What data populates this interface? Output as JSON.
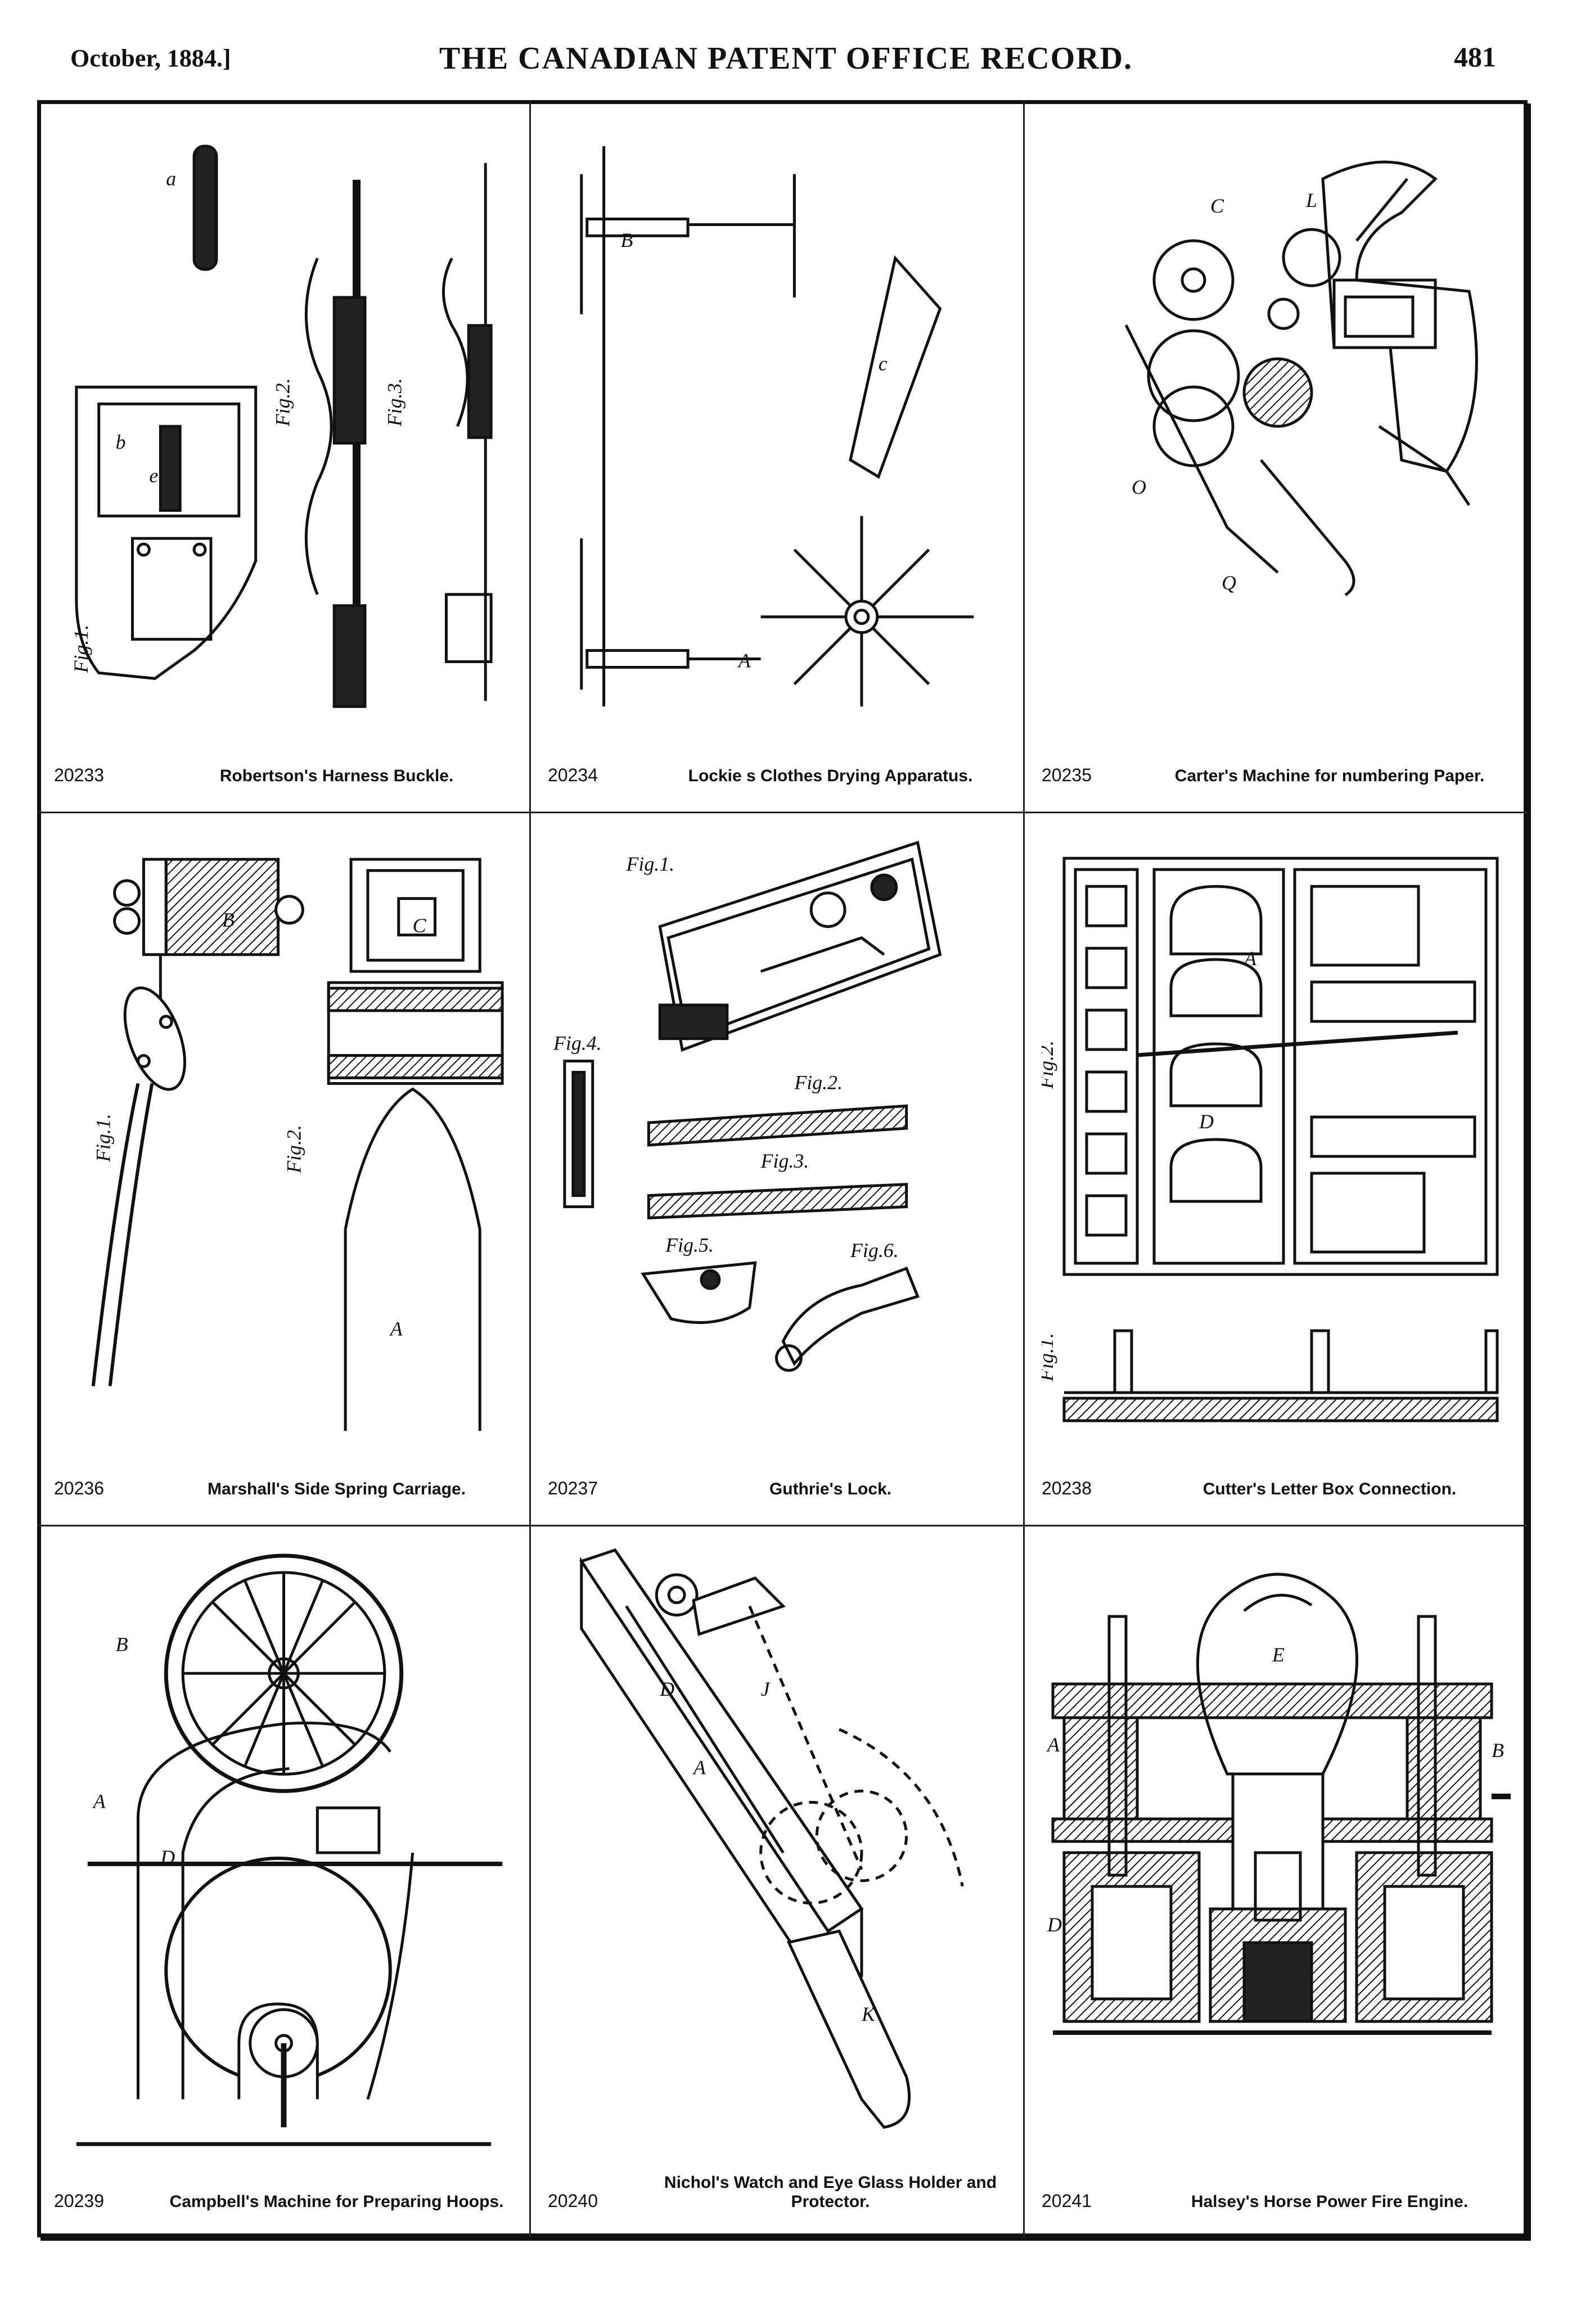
{
  "header": {
    "date": "October, 1884.]",
    "title": "THE CANADIAN PATENT OFFICE RECORD.",
    "page_number": "481"
  },
  "patents": [
    {
      "number": "20233",
      "title": "Robertson's Harness Buckle."
    },
    {
      "number": "20234",
      "title": "Lockie s Clothes Drying Apparatus."
    },
    {
      "number": "20235",
      "title": "Carter's Machine for numbering Paper."
    },
    {
      "number": "20236",
      "title": "Marshall's Side Spring Carriage."
    },
    {
      "number": "20237",
      "title": "Guthrie's Lock."
    },
    {
      "number": "20238",
      "title": "Cutter's Letter Box Connection."
    },
    {
      "number": "20239",
      "title": "Campbell's Machine for Preparing Hoops."
    },
    {
      "number": "20240",
      "title": "Nichol's Watch and Eye Glass Holder and Protector."
    },
    {
      "number": "20241",
      "title": "Halsey's Horse Power Fire Engine."
    }
  ],
  "figure_labels": {
    "fig1": "Fig.1.",
    "fig2": "Fig.2.",
    "fig3": "Fig.3.",
    "fig5": "Fig.5.",
    "fig6": "Fig.6."
  }
}
